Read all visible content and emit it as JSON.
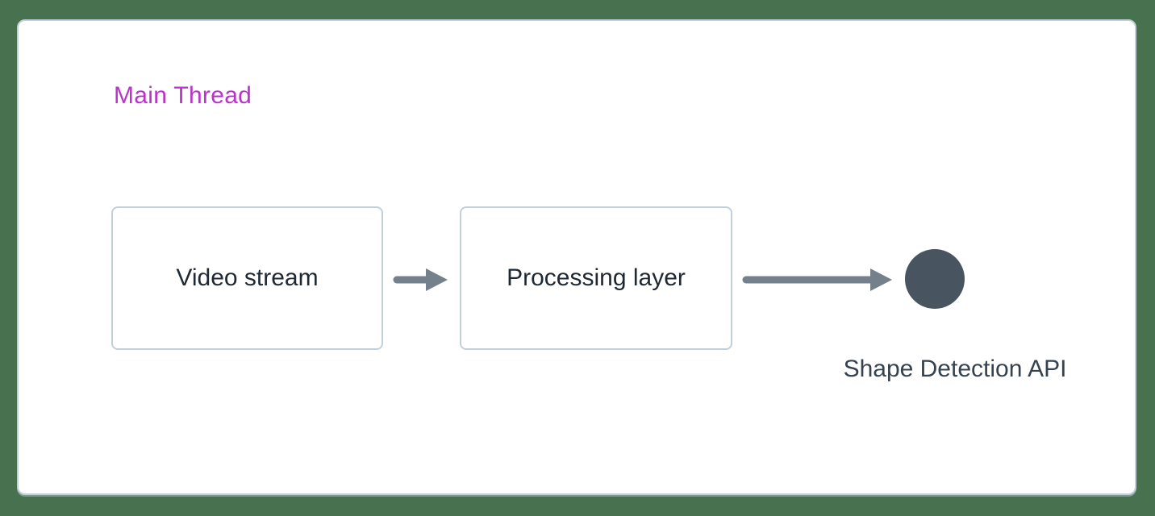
{
  "colors": {
    "background": "#48714f",
    "card_bg": "#ffffff",
    "card_border": "#c3ced9",
    "box_border": "#c3cfda",
    "box_text": "#1e2933",
    "title_text": "#bb33cc",
    "arrow": "#74808c",
    "node_fill": "#48545f",
    "label_text": "#35424f"
  },
  "diagram": {
    "title": "Main Thread",
    "nodes": [
      {
        "label": "Video stream"
      },
      {
        "label": "Processing layer"
      }
    ],
    "arrows": [
      {
        "from": "Video stream",
        "to": "Processing layer"
      },
      {
        "from": "Processing layer",
        "to": "Shape Detection API"
      }
    ],
    "endpoint_label": "Shape Detection API"
  }
}
